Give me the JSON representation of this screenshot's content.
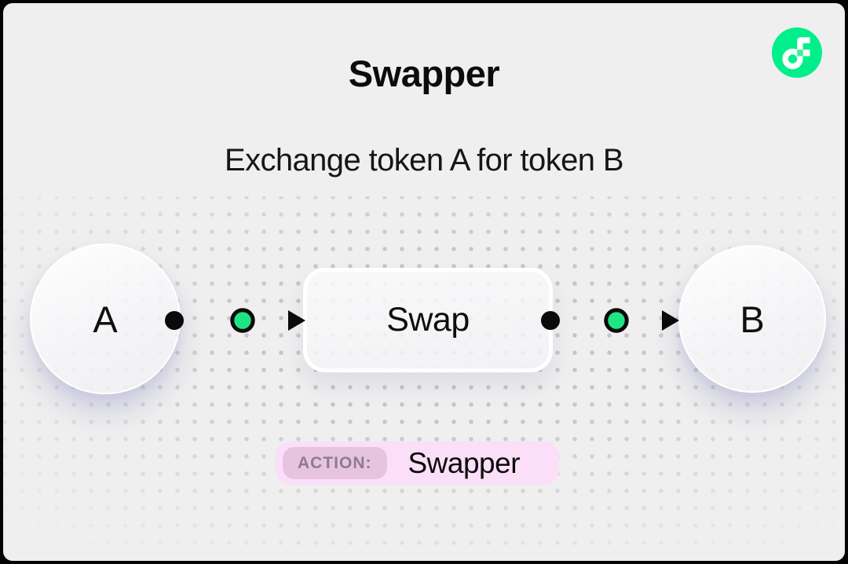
{
  "page": {
    "frame_color": "#050505",
    "canvas_color": "#efefef",
    "dot_color": "#c5c5c9"
  },
  "header": {
    "title": "Swapper",
    "subtitle": "Exchange token A for token B"
  },
  "logo": {
    "name": "flow-logo",
    "circle_color": "#00ef8b",
    "glyph_color": "#ffffff",
    "notch_color": "#3bf09e"
  },
  "diagram": {
    "nodes": [
      {
        "id": "A",
        "label": "A"
      },
      {
        "id": "B",
        "label": "B"
      }
    ],
    "process": {
      "label": "Swap"
    },
    "connector": {
      "line_color": "#0a0a0a",
      "accent_green": "#1ee583",
      "direction": "left-to-right"
    }
  },
  "badge": {
    "label": "ACTION:",
    "value": "Swapper",
    "bg_color": "#fbdef8",
    "label_bg_color": "#e6c4e1",
    "label_text_color": "#8e7b8d"
  }
}
